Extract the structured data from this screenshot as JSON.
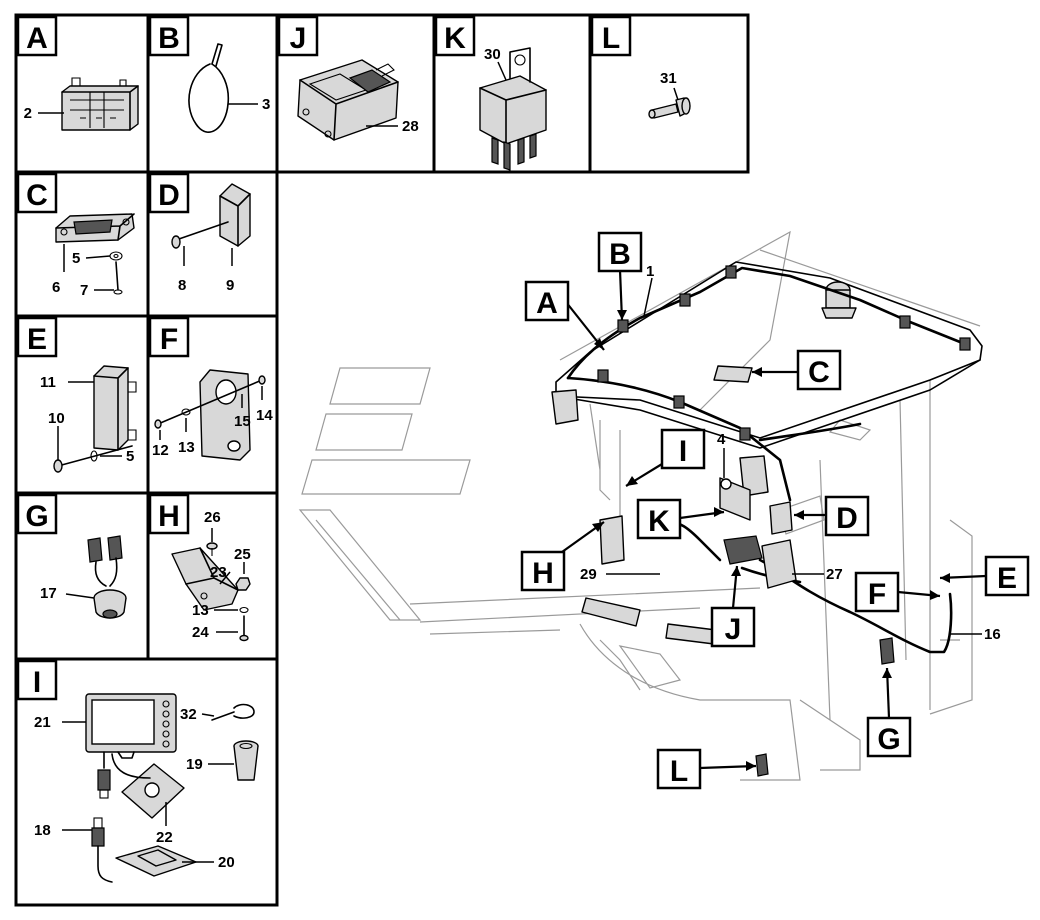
{
  "panels": [
    {
      "id": "A",
      "letter": "A",
      "callouts": [
        "2"
      ]
    },
    {
      "id": "B",
      "letter": "B",
      "callouts": [
        "3"
      ]
    },
    {
      "id": "J",
      "letter": "J",
      "callouts": [
        "28"
      ]
    },
    {
      "id": "K",
      "letter": "K",
      "callouts": [
        "30"
      ]
    },
    {
      "id": "L",
      "letter": "L",
      "callouts": [
        "31"
      ]
    },
    {
      "id": "C",
      "letter": "C",
      "callouts": [
        "5",
        "6",
        "7"
      ]
    },
    {
      "id": "D",
      "letter": "D",
      "callouts": [
        "8",
        "9"
      ]
    },
    {
      "id": "E",
      "letter": "E",
      "callouts": [
        "11",
        "10",
        "5"
      ]
    },
    {
      "id": "F",
      "letter": "F",
      "callouts": [
        "12",
        "13",
        "15",
        "14"
      ]
    },
    {
      "id": "G",
      "letter": "G",
      "callouts": [
        "17"
      ]
    },
    {
      "id": "H",
      "letter": "H",
      "callouts": [
        "26",
        "25",
        "23",
        "13",
        "24"
      ]
    },
    {
      "id": "I",
      "letter": "I",
      "callouts": [
        "21",
        "32",
        "19",
        "18",
        "22",
        "20"
      ]
    }
  ],
  "main": {
    "labels": [
      "A",
      "B",
      "C",
      "D",
      "E",
      "F",
      "G",
      "H",
      "I",
      "J",
      "K",
      "L"
    ],
    "callouts": [
      "1",
      "4",
      "29",
      "27",
      "16"
    ]
  }
}
